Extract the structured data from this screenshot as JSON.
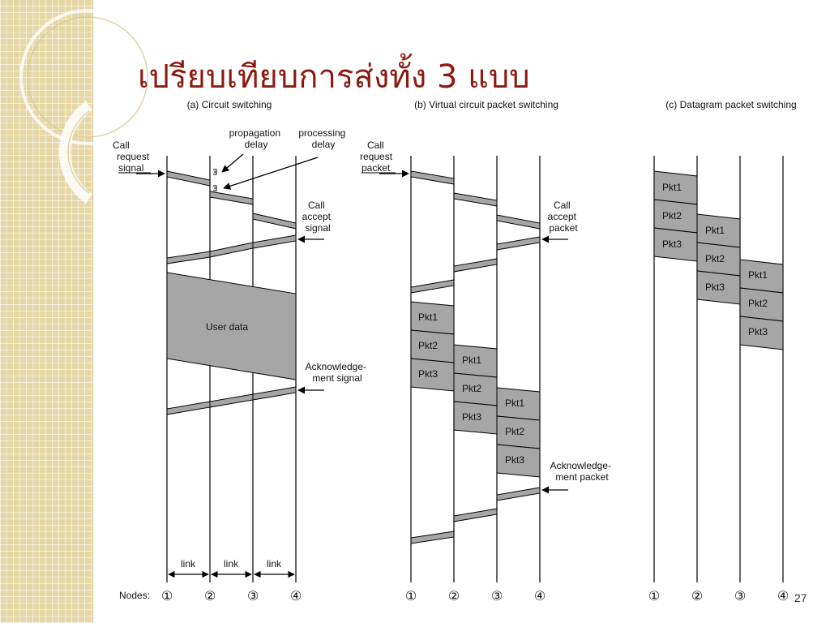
{
  "slide": {
    "title": "เปรียบเทียบการส่งทั้ง 3 แบบ",
    "slide_number": "27",
    "accent_color": "#8b1a10",
    "sidebar_color": "#e6d7a6"
  },
  "panel_a": {
    "caption": "(a) Circuit switching",
    "call_request": [
      "Call",
      "request",
      "signal"
    ],
    "propagation_delay": [
      "propagation",
      "delay"
    ],
    "processing_delay": [
      "processing",
      "delay"
    ],
    "call_accept": [
      "Call",
      "accept",
      "signal"
    ],
    "user_data": "User data",
    "acknowledgement": [
      "Acknowledge-",
      "ment signal"
    ],
    "link_label": "link"
  },
  "panel_b": {
    "caption": "(b) Virtual circuit packet switching",
    "call_request": [
      "Call",
      "request",
      "packet"
    ],
    "call_accept": [
      "Call",
      "accept",
      "packet"
    ],
    "acknowledgement": [
      "Acknowledge-",
      "ment packet"
    ],
    "packets": [
      "Pkt1",
      "Pkt2",
      "Pkt3"
    ]
  },
  "panel_c": {
    "caption": "(c) Datagram packet switching",
    "packets": [
      "Pkt1",
      "Pkt2",
      "Pkt3"
    ]
  },
  "nodes": {
    "label": "Nodes:",
    "symbols": [
      "①",
      "②",
      "③",
      "④"
    ]
  },
  "colors": {
    "packet_fill": "#a6a6a6",
    "line": "#000000"
  }
}
